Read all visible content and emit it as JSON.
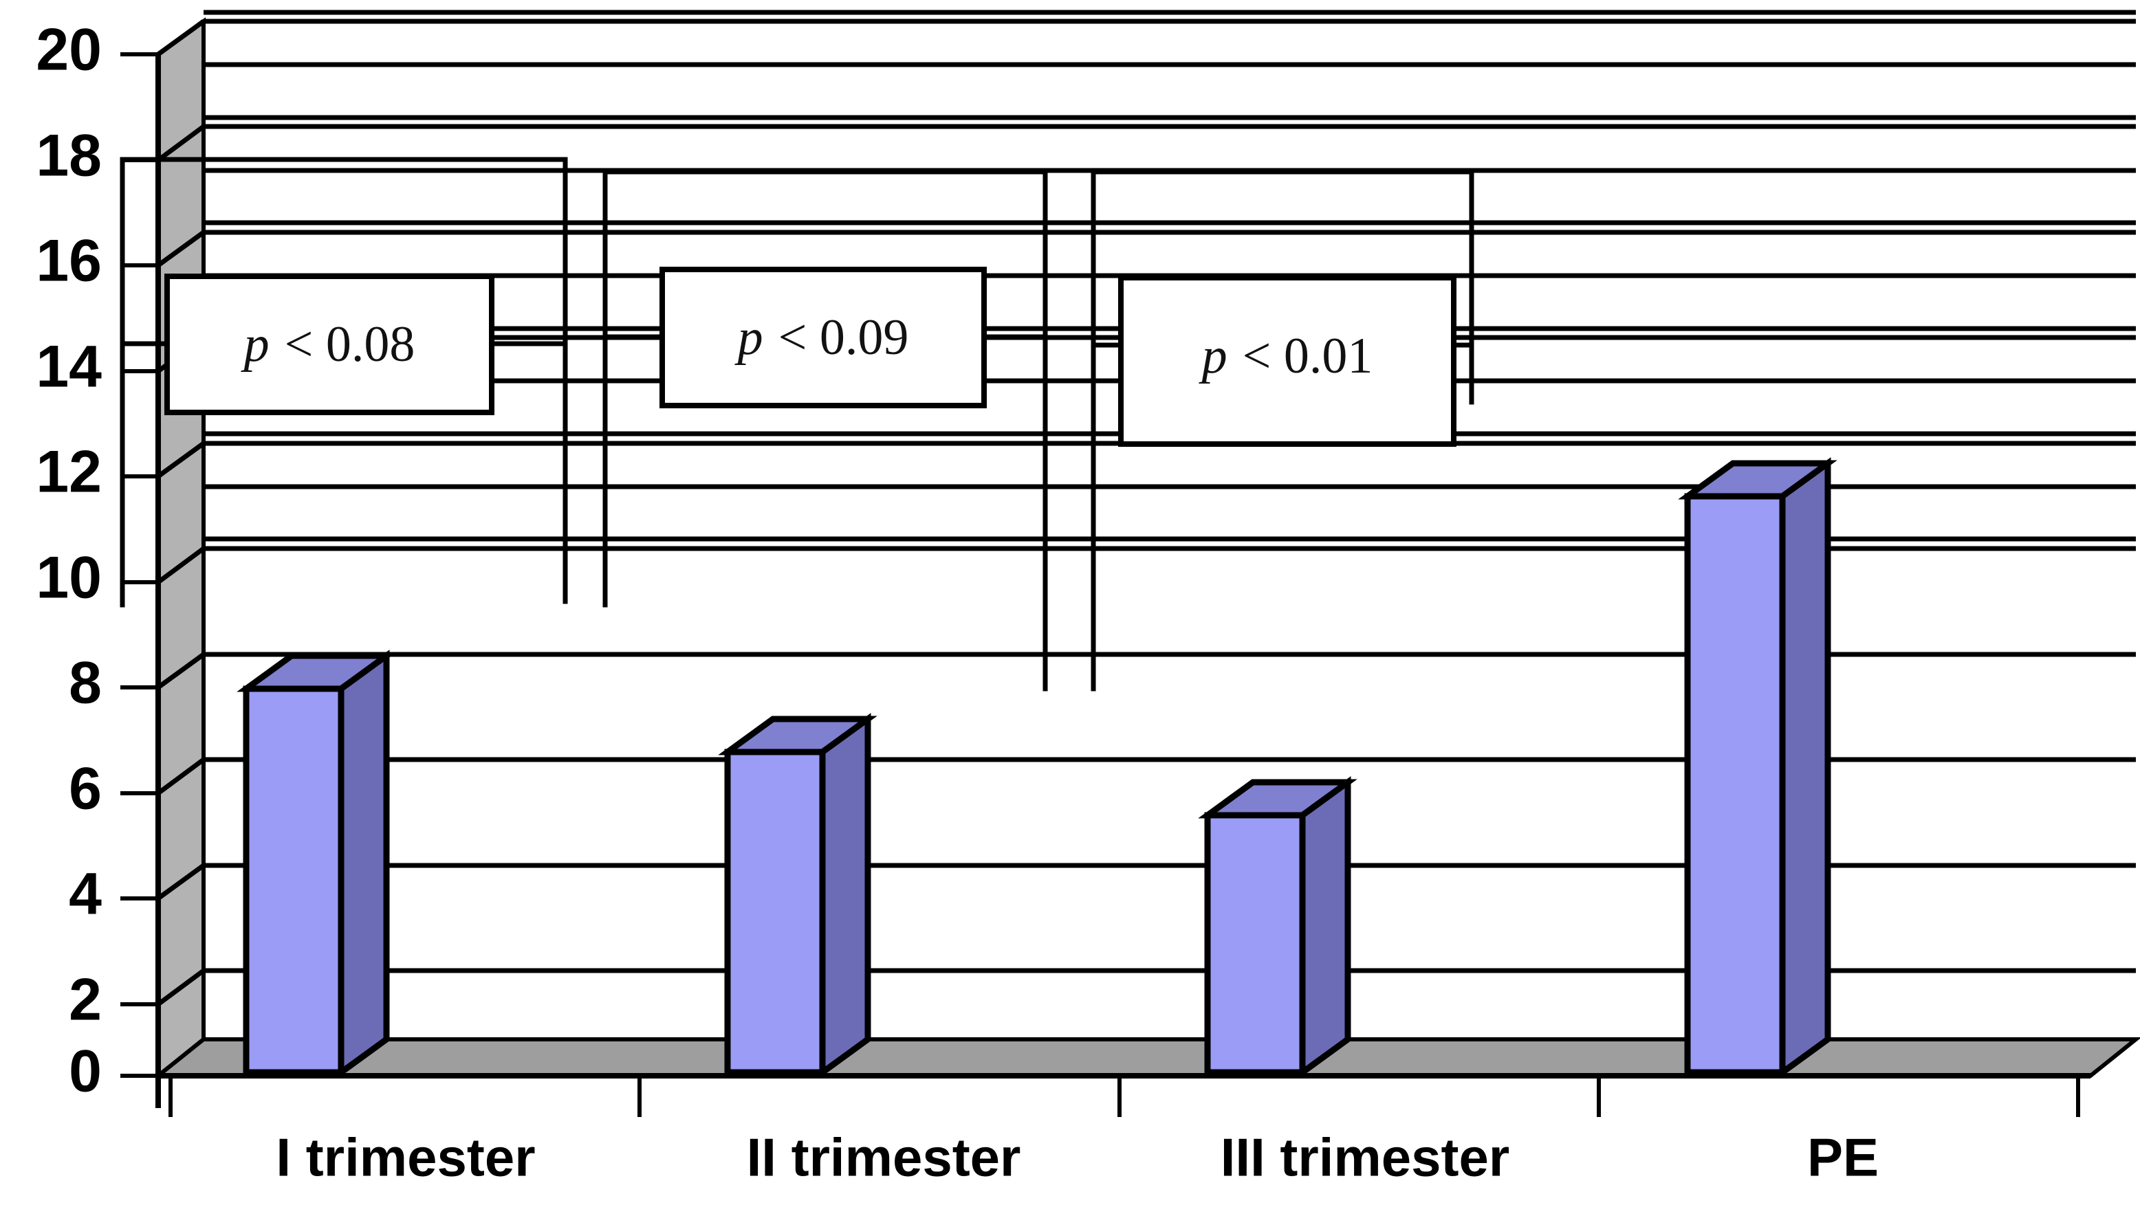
{
  "chart_data": {
    "type": "bar",
    "title": "",
    "subtitle": "",
    "xlabel": "",
    "ylabel": "",
    "categories": [
      "I trimester",
      "II trimester",
      "III trimester",
      "PE"
    ],
    "values": [
      7.4,
      6.2,
      5.0,
      11.4
    ],
    "series": [
      {
        "name": "",
        "values": [
          7.4,
          6.2,
          5.0,
          11.4
        ]
      }
    ],
    "ylim": [
      0,
      20
    ],
    "ytick_labels": [
      "0",
      "2",
      "4",
      "6",
      "8",
      "10",
      "12",
      "14",
      "16",
      "18",
      "20"
    ],
    "ytick_values": [
      0,
      2,
      4,
      6,
      8,
      10,
      12,
      14,
      16,
      18,
      20
    ],
    "grid": true,
    "legend": "none",
    "style": "3d-column",
    "colors": {
      "bar_front": "#9a9cf5",
      "bar_side": "#6b6cb5",
      "bar_top": "#7f80cf",
      "bar_outline": "#000000",
      "wall_side": "#b3b3b3",
      "floor": "#9e9e9e",
      "gridline": "#000000",
      "text": "#000000",
      "background": "#ffffff"
    },
    "annotations": [
      {
        "id": "p1",
        "label_italic": "p",
        "label_rest": " < 0.08",
        "text": "p < 0.08",
        "from": "I trimester",
        "to": "PE",
        "compares": [
          "I trimester",
          "PE"
        ]
      },
      {
        "id": "p2",
        "label_italic": "p",
        "label_rest": " < 0.09",
        "text": "p < 0.09",
        "from": "II trimester",
        "to": "PE",
        "compares": [
          "II trimester",
          "PE"
        ]
      },
      {
        "id": "p3",
        "label_italic": "p",
        "label_rest": " < 0.01",
        "text": "p < 0.01",
        "from": "III trimester",
        "to": "PE",
        "compares": [
          "III trimester",
          "PE"
        ]
      }
    ]
  },
  "axis": {
    "y": {
      "t0": "0",
      "t1": "2",
      "t2": "4",
      "t3": "6",
      "t4": "8",
      "t5": "10",
      "t6": "12",
      "t7": "14",
      "t8": "16",
      "t9": "18",
      "t10": "20"
    },
    "x": {
      "c0": "I trimester",
      "c1": "II trimester",
      "c2": "III trimester",
      "c3": "PE"
    }
  },
  "annotations": {
    "a0": {
      "ital": "p",
      "rest": "< 0.08"
    },
    "a1": {
      "ital": "p",
      "rest": "< 0.09"
    },
    "a2": {
      "ital": "p",
      "rest": "< 0.01"
    }
  }
}
